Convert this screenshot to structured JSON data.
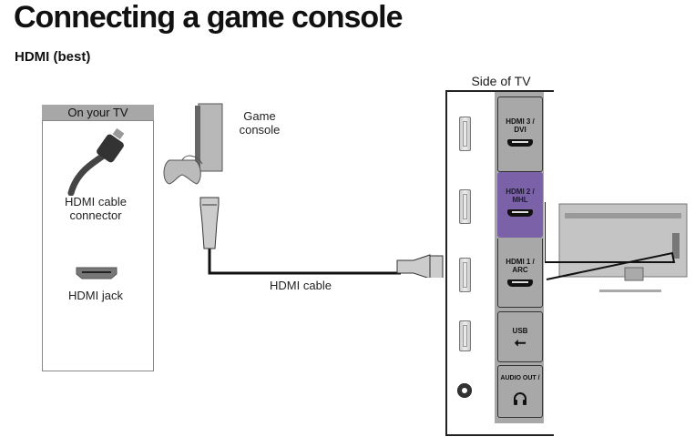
{
  "title": "Connecting a game console",
  "subtitle": "HDMI (best)",
  "legend_panel": {
    "header": "On your TV",
    "items": [
      {
        "icon": "hdmi-cable-connector-icon",
        "label_line1": "HDMI cable",
        "label_line2": "connector"
      },
      {
        "icon": "hdmi-jack-icon",
        "label": "HDMI jack"
      }
    ]
  },
  "device": {
    "label_line1": "Game",
    "label_line2": "console"
  },
  "cable": {
    "label": "HDMI cable"
  },
  "tv": {
    "side_label": "Side of TV",
    "highlight_color": "#7b61a8",
    "ports": [
      {
        "line1": "HDMI 3 /",
        "line2": "DVI",
        "icon": "hdmi-port-icon",
        "highlighted": false
      },
      {
        "line1": "HDMI 2 /",
        "line2": "MHL",
        "icon": "hdmi-port-icon",
        "highlighted": true
      },
      {
        "line1": "HDMI 1 /",
        "line2": "ARC",
        "icon": "hdmi-port-icon",
        "highlighted": false
      },
      {
        "line1": "USB",
        "icon": "usb-icon",
        "highlighted": false
      },
      {
        "line1": "AUDIO OUT /",
        "icon": "headphones-icon",
        "highlighted": false
      }
    ]
  }
}
